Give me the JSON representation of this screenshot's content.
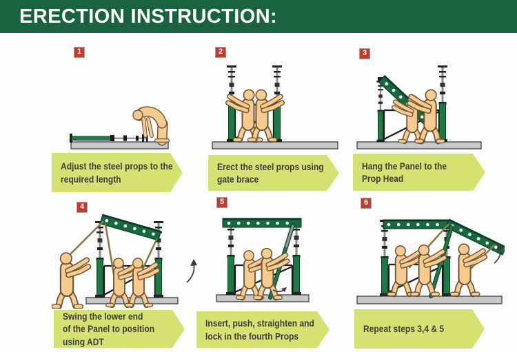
{
  "header": {
    "title": "ERECTION INSTRUCTION:"
  },
  "steps": [
    {
      "number": "1",
      "caption": "Adjust the steel props to the required length",
      "lines": [
        "Adjust the steel props to the",
        "required length"
      ],
      "scene": "worker-adjusting-steel-prop-on-ground"
    },
    {
      "number": "2",
      "caption": "Erect the steel props using gate brace",
      "lines": [
        "Erect the steel props using",
        "gate brace"
      ],
      "scene": "two-workers-erecting-props-with-gate-brace"
    },
    {
      "number": "3",
      "caption": "Hang the Panel to the Prop Head",
      "lines": [
        "Hang the Panel to the",
        "Prop Head"
      ],
      "scene": "workers-hanging-panel-to-prop-head"
    },
    {
      "number": "4",
      "caption": "Swing the lower end of the Panel to position using ADT",
      "lines": [
        "Swing the lower end",
        "of the Panel to position",
        "using ADT"
      ],
      "scene": "workers-swinging-panel-lower-end-with-adt"
    },
    {
      "number": "5",
      "caption": "Insert, push, straighten and lock in the fourth Props",
      "lines": [
        "Insert, push, straighten and",
        "lock in the fourth Props"
      ],
      "scene": "workers-inserting-and-locking-fourth-prop"
    },
    {
      "number": "6",
      "caption": "Repeat steps 3,4 & 5",
      "lines": [
        "Repeat steps 3,4 & 5"
      ],
      "scene": "workers-repeating-steps-with-second-panel"
    }
  ],
  "colors": {
    "header_bg": "#19643e",
    "badge_red": "#c23b2b",
    "badge_border": "#a2a2a2",
    "arrow_green": "#d5e170",
    "caption_text": "#3d3d3d",
    "prop_green": "#1e7a44",
    "panel_green": "#156a3e",
    "skin": "#f7cb8e",
    "figure_outline": "#6a5437",
    "base_gray": "#c6c8ca",
    "frame_black": "#1b1b1b",
    "adt_pole_olive": "#8a7a40",
    "title_text": "#ffffff"
  }
}
